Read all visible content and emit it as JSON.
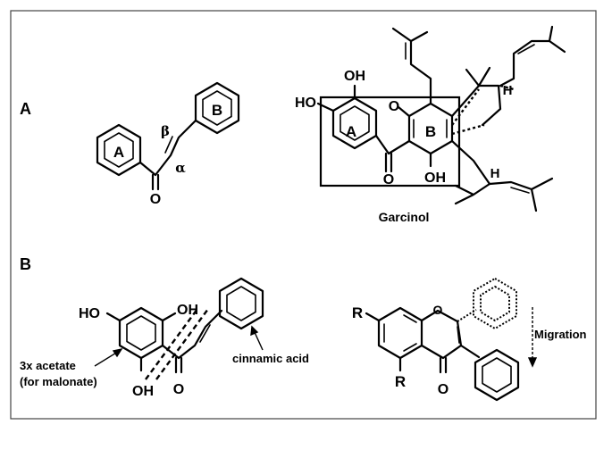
{
  "panels": {
    "a": {
      "label": "A"
    },
    "b": {
      "label": "B"
    }
  },
  "chalcone": {
    "ring_a": "A",
    "ring_b": "B",
    "beta": "β",
    "alpha": "α",
    "carbonyl_o": "O"
  },
  "garcinol": {
    "name": "Garcinol",
    "ho_left": "HO",
    "oh_top": "OH",
    "oh_bottom": "OH",
    "ring_a": "A",
    "ring_b": "B",
    "o_top": "O",
    "o_bottom": "O",
    "h_upper": "H",
    "h_lower": "H"
  },
  "biosynthesis": {
    "ho": "HO",
    "oh_top": "OH",
    "oh_bottom": "OH",
    "carbonyl_o": "O",
    "acetate_line1": "3x acetate",
    "acetate_line2": "(for malonate)",
    "cinnamic": "cinnamic acid"
  },
  "isoflavone": {
    "r_top": "R",
    "r_bottom": "R",
    "ring_o": "O",
    "carbonyl_o": "O",
    "migration": "Migration"
  },
  "colors": {
    "ink": "#000000",
    "background": "#ffffff",
    "frame": "#444444"
  }
}
